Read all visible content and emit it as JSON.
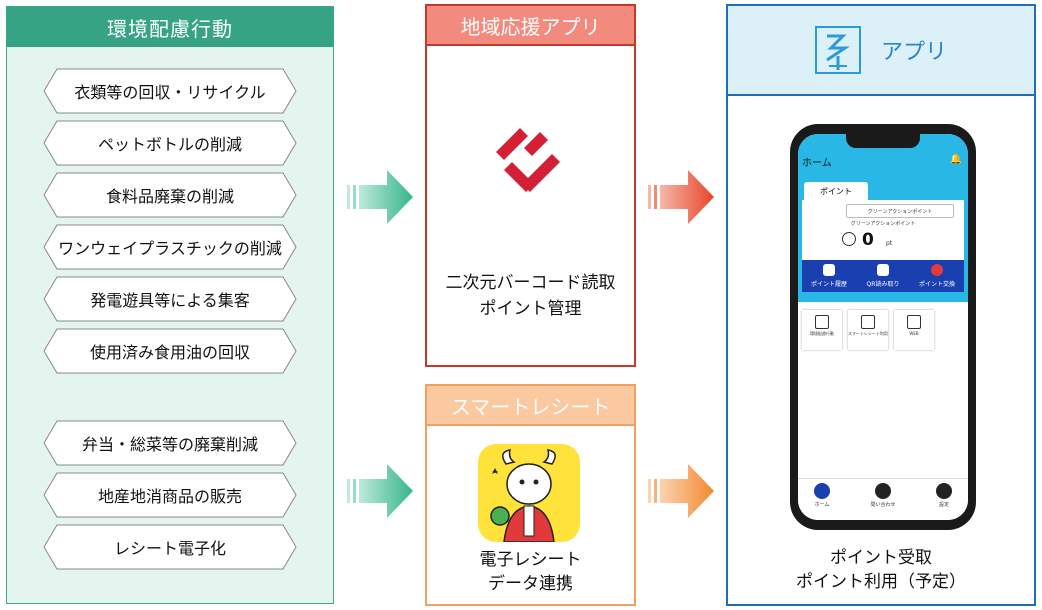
{
  "left": {
    "title": "環境配慮行動",
    "items": [
      "衣類等の回収・リサイクル",
      "ペットボトルの削減",
      "食料品廃棄の削減",
      "ワンウェイプラスチックの削減",
      "発電遊具等による集客",
      "使用済み食用油の回収",
      "弁当・総菜等の廃棄削減",
      "地産地消商品の販売",
      "レシート電子化"
    ]
  },
  "mid_top": {
    "title": "地域応援アプリ",
    "line1": "二次元バーコード読取",
    "line2": "ポイント管理"
  },
  "mid_bottom": {
    "title": "スマートレシート",
    "line1": "電子レシート",
    "line2": "データ連携"
  },
  "right": {
    "title": "アプリ",
    "line1": "ポイント受取",
    "line2": "ポイント利用（予定）"
  },
  "phone": {
    "header": "ホーム",
    "tab": "ポイント",
    "pill": "グリーンアクションポイント",
    "label": "グリーンアクションポイント",
    "points": "0",
    "unit": "pt",
    "actions": [
      "ポイント履歴",
      "QR読み取り",
      "ポイント交換"
    ],
    "tiles": [
      "環境配慮行動",
      "スマートレシート利用",
      "WEB"
    ],
    "nav": [
      "ホーム",
      "問い合わせ",
      "設定"
    ]
  },
  "colors": {
    "green": "#36a384",
    "red": "#c0392b",
    "orange": "#f0a060",
    "blue": "#1e6fb8",
    "app_blue": "#29b8e6"
  },
  "icons": [
    "regional-app-logo-icon",
    "smart-receipt-goat-icon",
    "ito-logo-icon",
    "bell-icon",
    "home-icon",
    "chat-icon",
    "settings-icon"
  ]
}
